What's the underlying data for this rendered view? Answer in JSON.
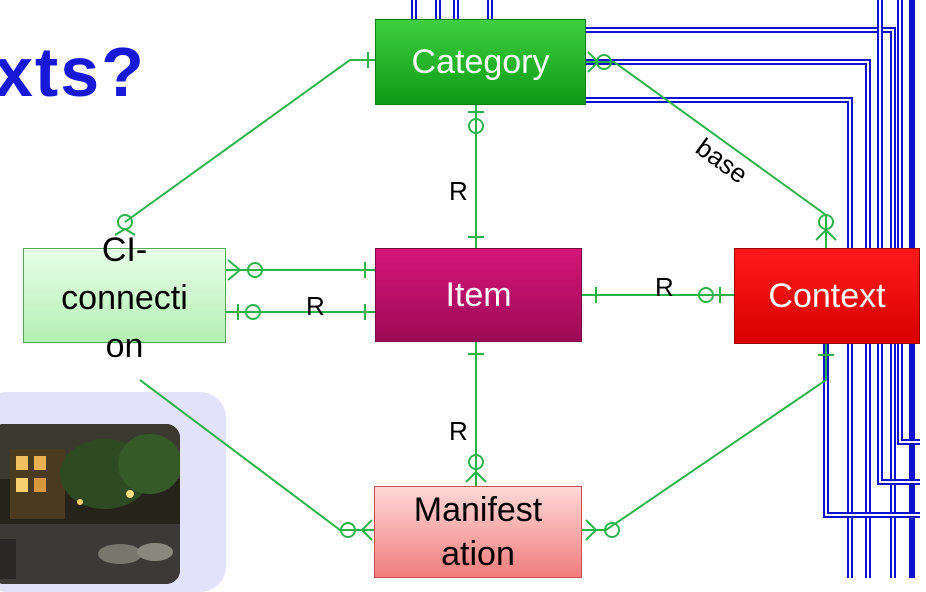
{
  "slide": {
    "title_fragment": "xts?",
    "entities": {
      "category": "Category",
      "item": "Item",
      "context": "Context",
      "ci_connection": [
        "CI-",
        "connecti",
        "on"
      ],
      "manifestation": [
        "Manifest",
        "ation"
      ]
    },
    "relationship_labels": {
      "category_item": "R",
      "ci_item": "R",
      "item_context": "R",
      "item_manifestation": "R",
      "category_context": "base"
    },
    "colors": {
      "title": "#1818d8",
      "connector_lines": "#2bb34a",
      "frame_lines": "#1010d0",
      "category": "#1aaa26",
      "item": "#b80f68",
      "context": "#f00000",
      "ci_connection": "#cdf7cd",
      "manifestation": "#f7a8a8",
      "photo_panel": "#e2e2fb"
    }
  }
}
